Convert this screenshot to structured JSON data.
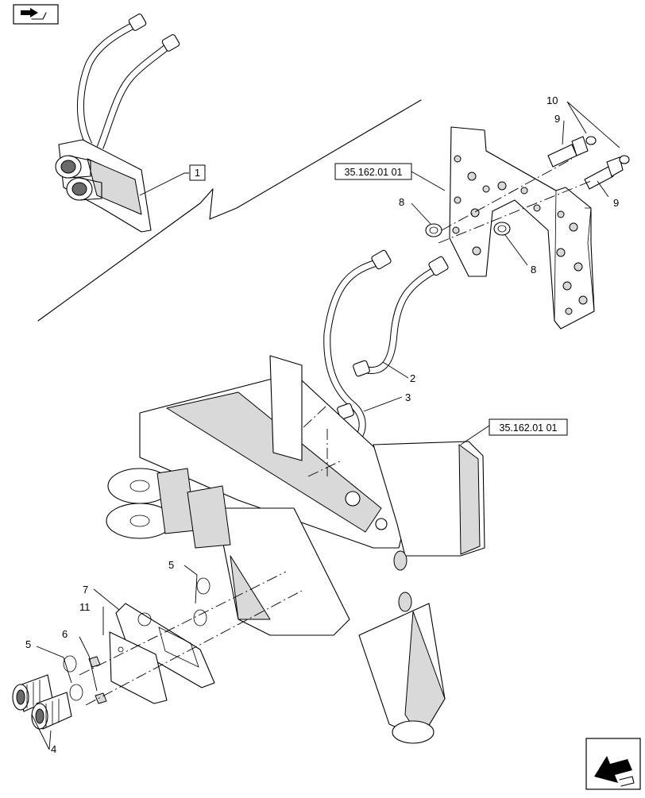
{
  "diagram": {
    "callouts": {
      "c1": "1",
      "c2": "2",
      "c3": "3",
      "c4": "4",
      "c5a": "5",
      "c5b": "5",
      "c6": "6",
      "c7": "7",
      "c8a": "8",
      "c8b": "8",
      "c9a": "9",
      "c9b": "9",
      "c10": "10",
      "c11": "11"
    },
    "refs": {
      "ref_top": "35.162.01 01",
      "ref_mid": "35.162.01 01"
    }
  },
  "icons": {
    "top_left": "book-page-icon",
    "bottom_right": "next-page-arrow-icon"
  }
}
